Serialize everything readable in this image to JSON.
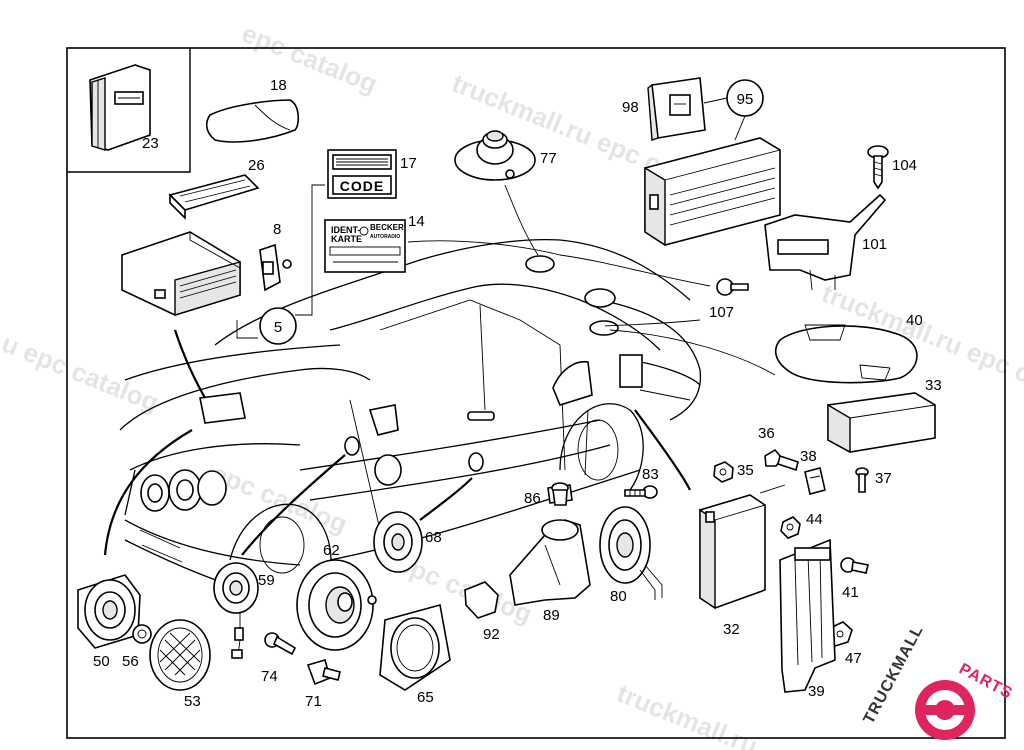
{
  "watermark": {
    "text_catalog": "epc catalog",
    "text_site": "truckmall.ru",
    "text_combo": "truckmall.ru epc catalog",
    "text_combo_short": "u epc catalog"
  },
  "code_card": {
    "text": "CODE"
  },
  "ident_card": {
    "line1": "IDENT-",
    "line2": "KARTE",
    "brand1": "BECKER",
    "brand2": "AUTORADIO"
  },
  "logo": {
    "part1": "TRUCKMALL",
    "part2": "PARTS",
    "color_dark": "#333333",
    "color_accent": "#e0245e"
  },
  "callouts": {
    "c5": "5",
    "c95": "95"
  },
  "labels": {
    "l8": "8",
    "l14": "14",
    "l17": "17",
    "l18": "18",
    "l23": "23",
    "l26": "26",
    "l32": "32",
    "l33": "33",
    "l35": "35",
    "l36": "36",
    "l37": "37",
    "l38": "38",
    "l39": "39",
    "l40": "40",
    "l41": "41",
    "l44": "44",
    "l47": "47",
    "l50": "50",
    "l53": "53",
    "l56": "56",
    "l59": "59",
    "l62": "62",
    "l65": "65",
    "l68": "68",
    "l71": "71",
    "l74": "74",
    "l77": "77",
    "l80": "80",
    "l83": "83",
    "l86": "86",
    "l89": "89",
    "l92": "92",
    "l98": "98",
    "l101": "101",
    "l104": "104",
    "l107": "107"
  }
}
